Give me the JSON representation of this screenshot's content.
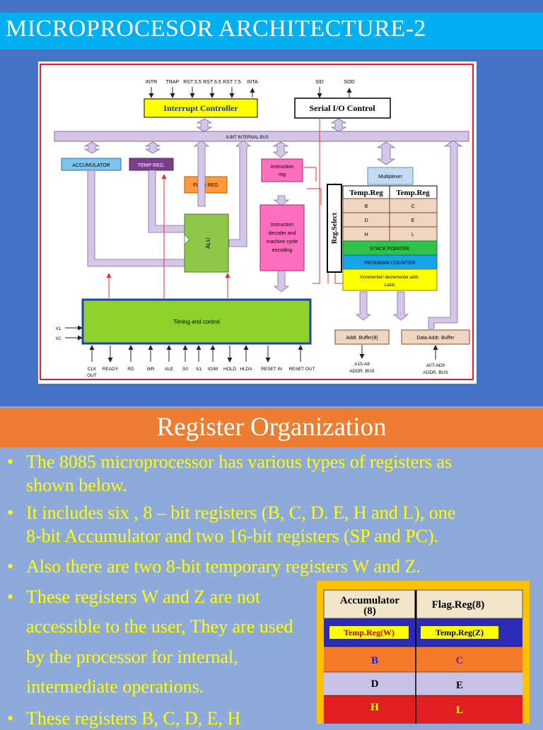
{
  "title": "MICROPROCESOR ARCHITECTURE-2",
  "diagram": {
    "interrupt_pins": [
      "INTR",
      "TRAP",
      "RST 5.5",
      "RST 6.5",
      "RST 7.5",
      "INTA"
    ],
    "serial_pins": [
      "SID",
      "SOD"
    ],
    "interrupt_controller": "Interrupt Controller",
    "serial_control": "Serial I/O Control",
    "internal_bus": "8-BIT INTERNAL BUS",
    "accumulator": "ACCUMULATOR",
    "temp_reg": "TEMP REG.",
    "flag_reg": "FLAG REG",
    "alu": "ALU",
    "instruction_reg": [
      "Instruction",
      "reg"
    ],
    "decoder": [
      "Instruction",
      "decoder and",
      "machine cycle",
      "encoding"
    ],
    "multiplexer": "Multiplexer",
    "reg_select": "Reg.Select",
    "temp_reg_w": "Temp.Reg",
    "temp_reg_z": "Temp.Reg",
    "regs": [
      [
        "B",
        "C"
      ],
      [
        "D",
        "E"
      ],
      [
        "H",
        "L"
      ]
    ],
    "stack_pointer": "STACK POINTER",
    "program_counter": "PROGRAM COUNTER",
    "inc_dec": [
      "Incrementer/ decrementer addr.",
      "Latch"
    ],
    "timing": "Timing and control",
    "clock_inputs": [
      "X1",
      "X2"
    ],
    "control_signals": [
      [
        "CLK",
        "OUT"
      ],
      [
        "READY"
      ],
      [
        "RD"
      ],
      [
        "WR"
      ],
      [
        "ALE"
      ],
      [
        "S0"
      ],
      [
        "S1"
      ],
      [
        "IO/M"
      ],
      [
        "HOLD"
      ],
      [
        "HLDA"
      ],
      [
        "RESET IN"
      ],
      [
        "RESET OUT"
      ]
    ],
    "addr_buffer": "Addr. Buffer(8)",
    "data_buffer": "Data Addr. Buffer",
    "addr_bus": [
      "A15-A8",
      "ADDR. BUS"
    ],
    "data_bus": [
      "A07-AD0",
      "ADDR. BUS"
    ]
  },
  "section_title": "Register Organization",
  "bullets": [
    [
      "The 8085 microprocessor has various types of registers as",
      "shown below."
    ],
    [
      "It includes six , 8 – bit registers (B, C, D. E, H and L), one",
      "8-bit Accumulator and two 16-bit registers (SP and PC)."
    ],
    [
      "Also  there are two 8-bit temporary registers W and Z."
    ],
    [
      "These registers W and Z are not",
      "accessible to the user, They are used",
      "by the processor for internal,",
      "intermediate operations."
    ],
    [
      "These registers B, C, D, E, H"
    ]
  ],
  "register_table": {
    "accumulator": [
      "Accumulator",
      "(8)"
    ],
    "flag": "Flag.Reg(8)",
    "temp_w": "Temp.Reg(W)",
    "temp_z": "Temp.Reg(Z)",
    "rows": [
      [
        "B",
        "C"
      ],
      [
        "D",
        "E"
      ],
      [
        "H",
        "L"
      ]
    ]
  }
}
